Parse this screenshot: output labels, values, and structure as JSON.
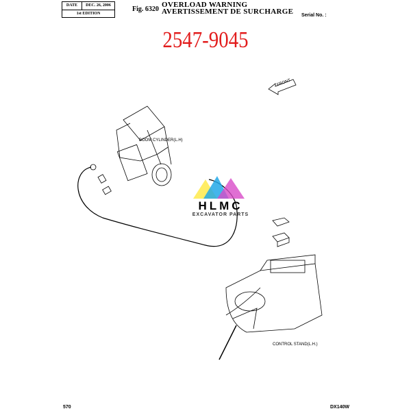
{
  "header": {
    "date_label": "DATE",
    "date_value": "DEC. 26, 2006",
    "edition": "1st EDITION",
    "fig": "Fig. 6320",
    "title_en": "OVERLOAD WARNING",
    "title_fr": "AVERTISSEMENT DE SURCHARGE",
    "serial": "Serial No. :"
  },
  "part_number": "2547-9045",
  "labels": {
    "front": "FRONT",
    "boom": "BOOM CYLINDER(L.H)",
    "stand": "CONTROL STAND(L.H.)"
  },
  "watermark": {
    "brand": "HLMC",
    "tagline": "EXCAVATOR PARTS"
  },
  "footer": {
    "page": "570",
    "model": "DX140W"
  }
}
